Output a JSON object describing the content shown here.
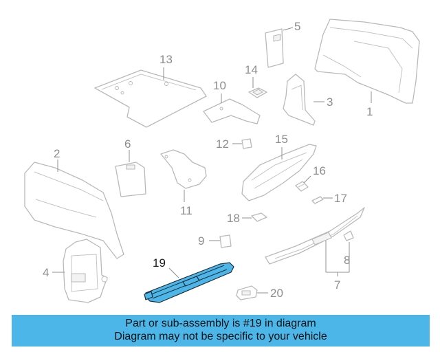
{
  "callouts": {
    "c1": "1",
    "c2": "2",
    "c3": "3",
    "c4": "4",
    "c5": "5",
    "c6": "6",
    "c7": "7",
    "c8": "8",
    "c9": "9",
    "c10": "10",
    "c11": "11",
    "c12": "12",
    "c13": "13",
    "c14": "14",
    "c15": "15",
    "c16": "16",
    "c17": "17",
    "c18": "18",
    "c19": "19",
    "c20": "20"
  },
  "highlight": {
    "part_number": "19",
    "color": "#4cb6e8"
  },
  "banner": {
    "line1": "Part or sub-assembly is #19 in diagram",
    "line2": "Diagram may not be specific to your vehicle"
  }
}
